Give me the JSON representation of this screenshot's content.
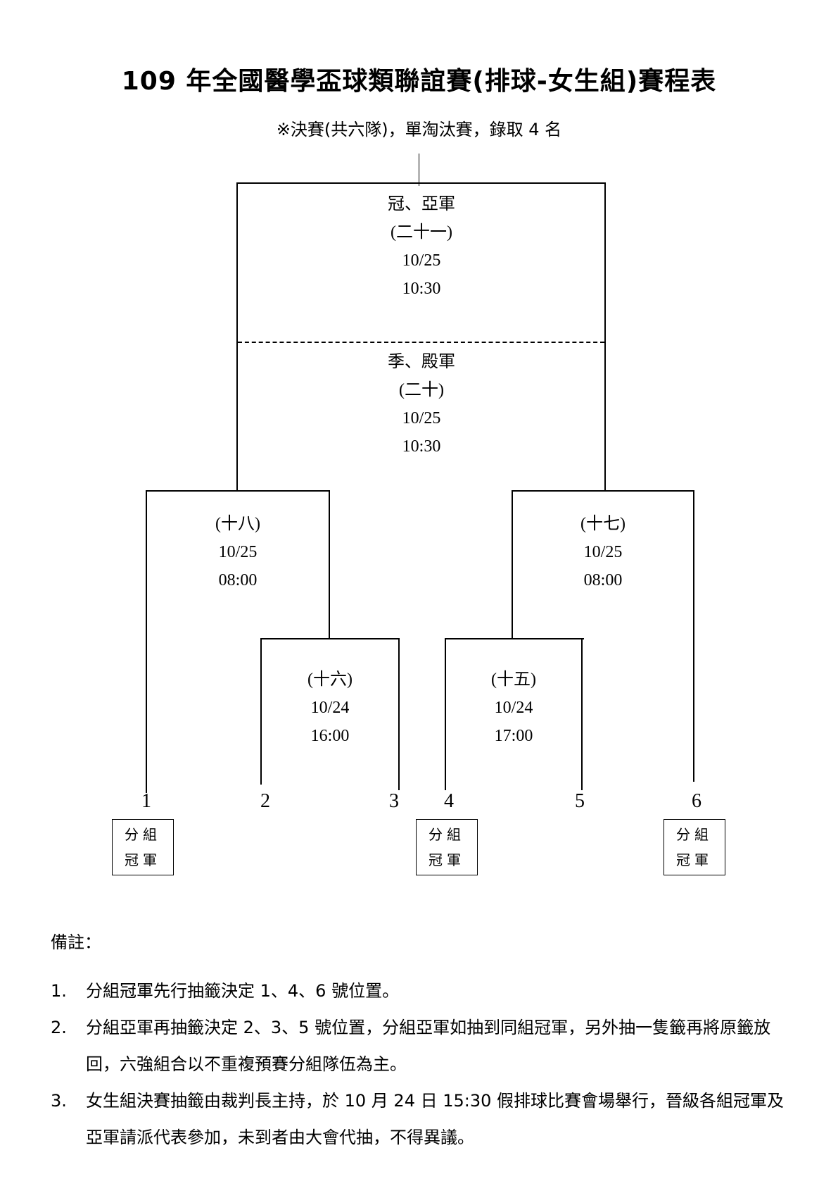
{
  "title": "109 年全國醫學盃球類聯誼賽(排球-女生組)賽程表",
  "subtitle": "※決賽(共六隊)，單淘汰賽，錄取 4 名",
  "bracket": {
    "final": {
      "label": "冠、亞軍",
      "match": "(二十一)",
      "date": "10/25",
      "time": "10:30"
    },
    "third_place": {
      "label": "季、殿軍",
      "match": "(二十)",
      "date": "10/25",
      "time": "10:30"
    },
    "semi_left": {
      "match": "(十八)",
      "date": "10/25",
      "time": "08:00"
    },
    "semi_right": {
      "match": "(十七)",
      "date": "10/25",
      "time": "08:00"
    },
    "quarter_left": {
      "match": "(十六)",
      "date": "10/24",
      "time": "16:00"
    },
    "quarter_right": {
      "match": "(十五)",
      "date": "10/24",
      "time": "17:00"
    },
    "seeds": [
      "1",
      "2",
      "3",
      "4",
      "5",
      "6"
    ],
    "group_champion_line1": "分組",
    "group_champion_line2": "冠軍"
  },
  "notes": {
    "label": "備註：",
    "items": [
      {
        "num": "1.",
        "text": "分組冠軍先行抽籤決定 1、4、6 號位置。"
      },
      {
        "num": "2.",
        "text": "分組亞軍再抽籤決定 2、3、5 號位置，分組亞軍如抽到同組冠軍，另外抽一隻籤再將原籤放回，六強組合以不重複預賽分組隊伍為主。"
      },
      {
        "num": "3.",
        "text": "女生組決賽抽籤由裁判長主持，於 10 月 24 日 15:30 假排球比賽會場舉行，晉級各組冠軍及亞軍請派代表參加，未到者由大會代抽，不得異議。"
      }
    ]
  }
}
